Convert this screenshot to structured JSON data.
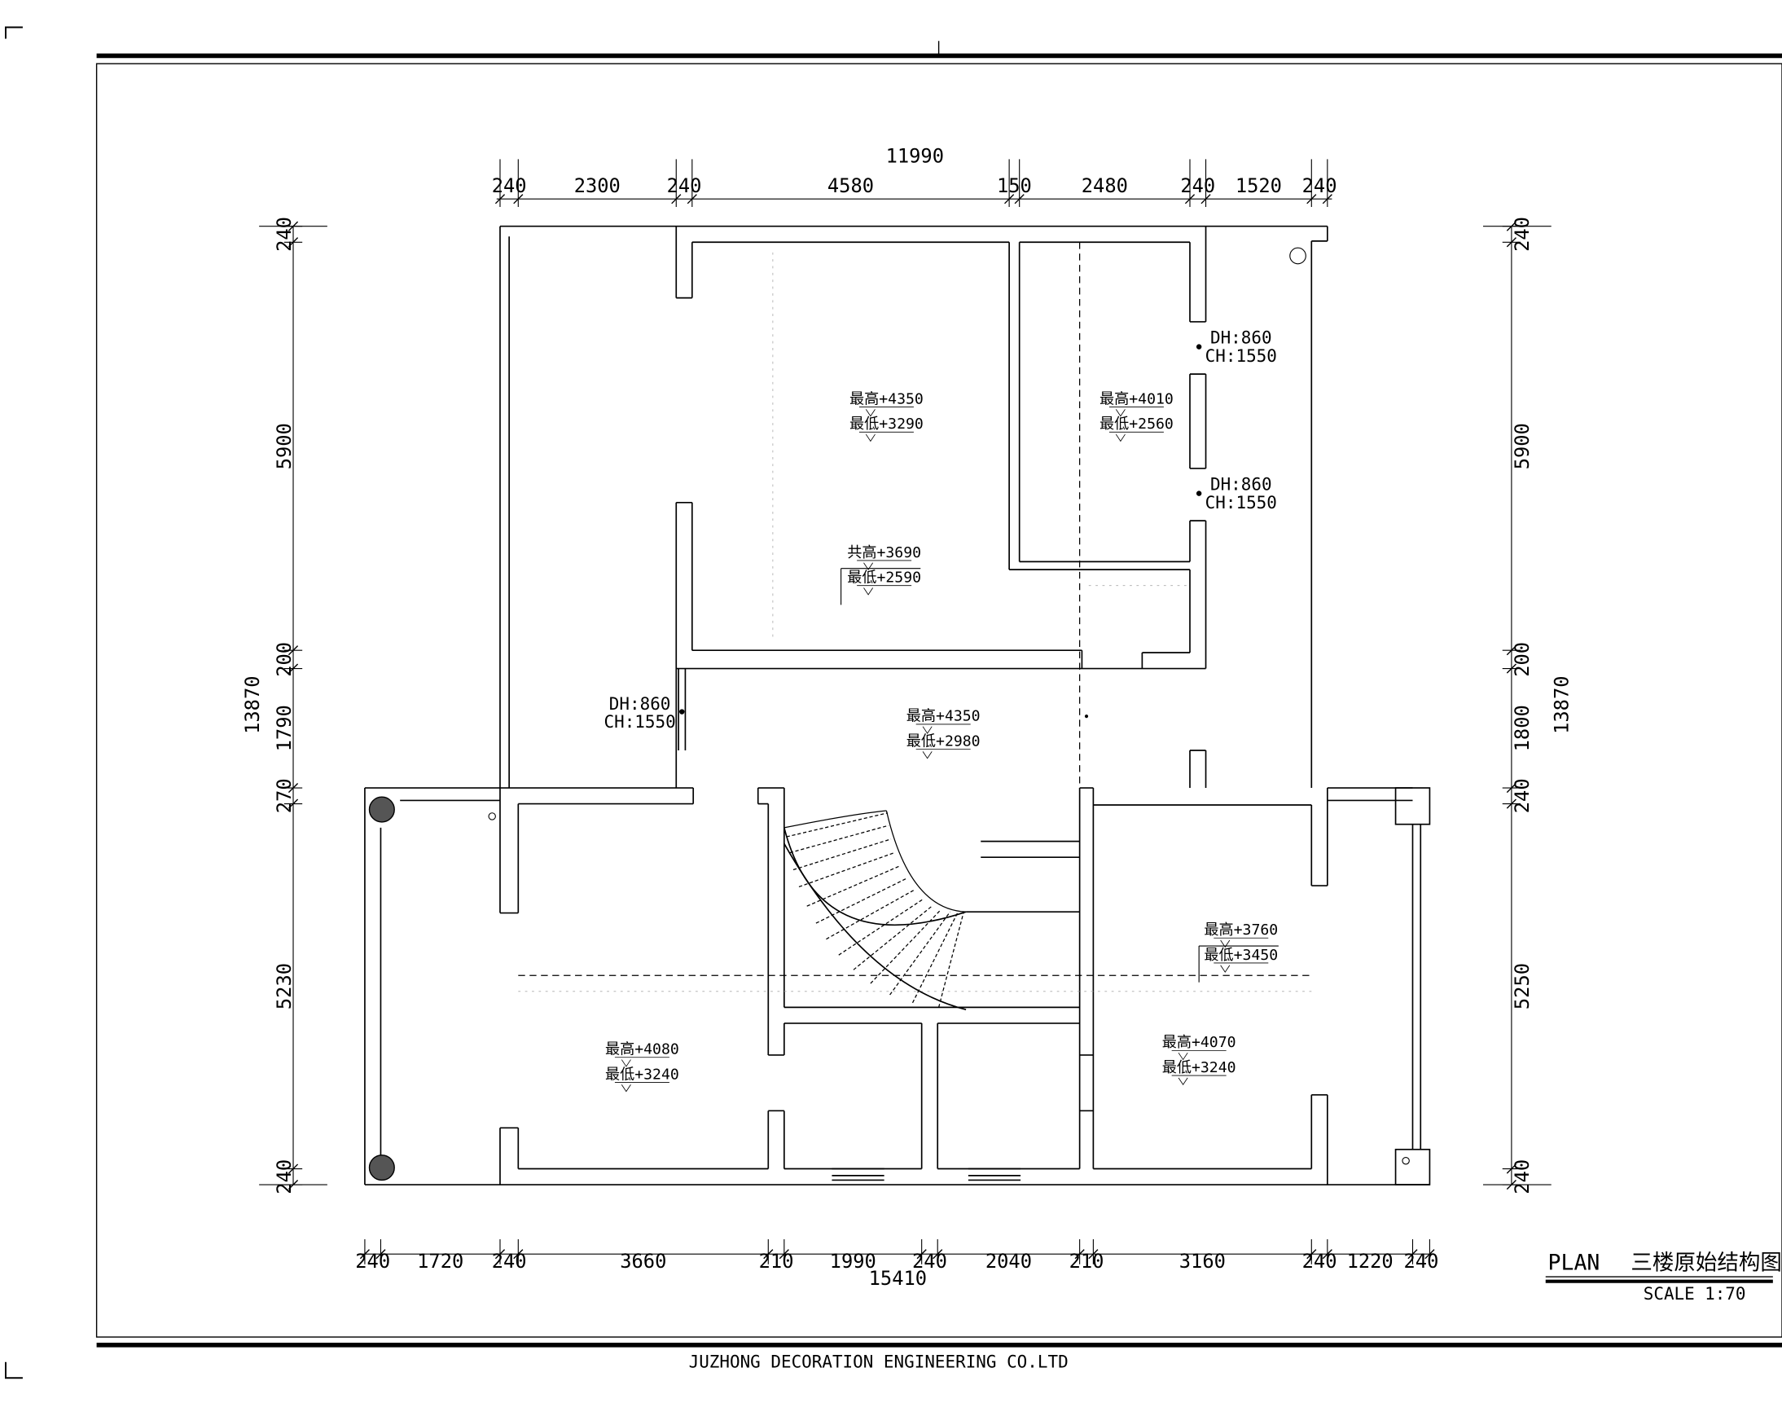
{
  "drawing": {
    "plan_label": "PLAN",
    "title": "三楼原始结构图",
    "scale_label": "SCALE",
    "scale_value": "1:70",
    "company": "JUZHONG DECORATION ENGINEERING  CO.LTD"
  },
  "dimensions": {
    "top_total": "11990",
    "top": [
      "240",
      "2300",
      "240",
      "4580",
      "150",
      "2480",
      "240",
      "1520",
      "240"
    ],
    "bottom_total": "15410",
    "bottom": [
      "240",
      "1720",
      "240",
      "3660",
      "210",
      "1990",
      "240",
      "2040",
      "210",
      "3160",
      "240",
      "1220",
      "240"
    ],
    "left_total": "13870",
    "left": [
      "240",
      "5900",
      "200",
      "1790",
      "270",
      "5230",
      "240"
    ],
    "right_total": "13870",
    "right": [
      "240",
      "5900",
      "200",
      "1800",
      "240",
      "5250",
      "240"
    ]
  },
  "openings": [
    {
      "dh": "DH:860",
      "ch": "CH:1550"
    },
    {
      "dh": "DH:860",
      "ch": "CH:1550"
    },
    {
      "dh": "DH:860",
      "ch": "CH:1550"
    }
  ],
  "levels": [
    {
      "high": "最高+4350",
      "low": "最低+3290"
    },
    {
      "high": "最高+4010",
      "low": "最低+2560"
    },
    {
      "high": "共高+3690",
      "low": "最低+2590"
    },
    {
      "high": "最高+4350",
      "low": "最低+2980"
    },
    {
      "high": "最高+3760",
      "low": "最低+3450"
    },
    {
      "high": "最高+4080",
      "low": "最低+3240"
    },
    {
      "high": "最高+4070",
      "low": "最低+3240"
    }
  ]
}
